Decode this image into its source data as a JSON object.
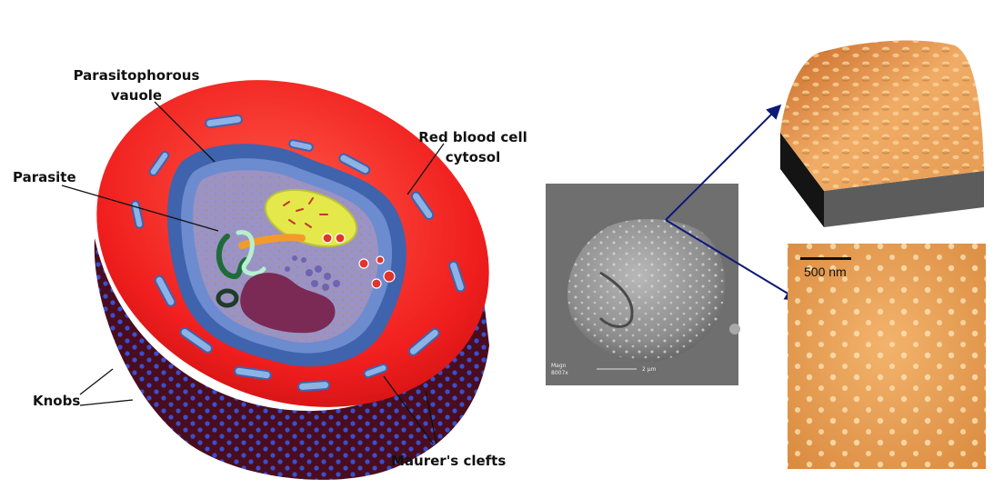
{
  "labels": {
    "parasitophorous_line1": "Parasitophorous",
    "parasitophorous_line2": "vauole",
    "rbc_line1": "Red blood cell",
    "rbc_line2": "cytosol",
    "parasite": "Parasite",
    "knobs": "Knobs",
    "maurers": "Maurer's clefts"
  },
  "sem": {
    "info_line1": "Magn",
    "info_line2": "8007x",
    "scale": "2 µm"
  },
  "afm": {
    "scale_bar": "500 nm"
  },
  "colors": {
    "rbc_red": "#f01e1e",
    "knob_blue": "#3a4fd0",
    "cell_underside": "#4a0d1f",
    "vacuole_blue": "#3f63ad",
    "cytoplasm": "#9a93c6",
    "nucleus": "#7a2a55",
    "food_vacuole": "#e4e84a",
    "afm_orange": "#e8a35a",
    "arrow_navy": "#0b1a78",
    "sem_gray": "#8a8a8a"
  }
}
